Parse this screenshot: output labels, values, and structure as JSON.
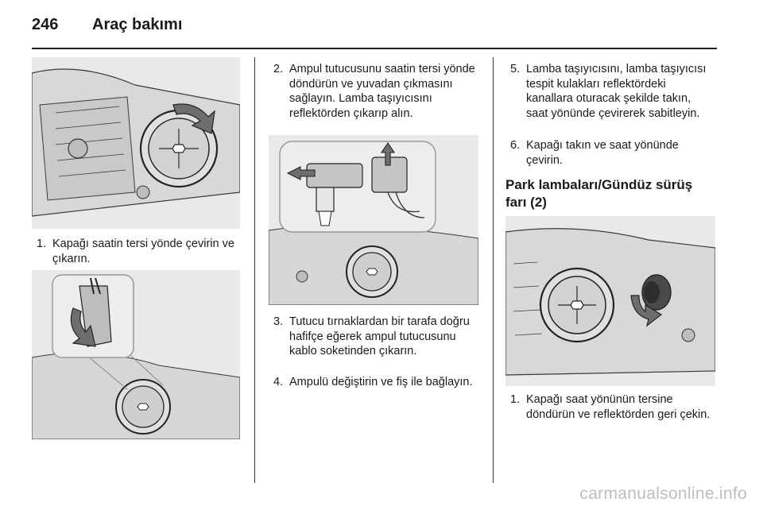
{
  "header": {
    "page_number": "246",
    "title": "Araç bakımı"
  },
  "col1": {
    "steps": [
      {
        "num": "1.",
        "text": "Kapağı saatin tersi yönde çevirin ve çıkarın."
      }
    ]
  },
  "col2": {
    "steps": [
      {
        "num": "2.",
        "text": "Ampul tutucusunu saatin tersi yönde döndürün ve yuvadan çıkmasını sağlayın. Lamba taşıyıcısını reflektörden çıkarıp alın."
      },
      {
        "num": "3.",
        "text": "Tutucu tırnaklardan bir tarafa doğru hafifçe eğerek ampul tutucusunu kablo soketinden çıkarın."
      },
      {
        "num": "4.",
        "text": "Ampulü değiştirin ve fiş ile bağlayın."
      }
    ]
  },
  "col3": {
    "steps": [
      {
        "num": "5.",
        "text": "Lamba taşıyıcısını, lamba taşıyıcısı tespit kulakları reflektördeki kanallara oturacak şekilde takın, saat yönünde çevirerek sabitleyin."
      },
      {
        "num": "6.",
        "text": "Kapağı takın ve saat yönünde çevirin."
      }
    ],
    "subheading": "Park lambaları/Gündüz sürüş farı (2)",
    "steps_b": [
      {
        "num": "1.",
        "text": "Kapağı saat yönünün tersine döndürün ve reflektörden geri çekin."
      }
    ]
  },
  "watermark": "carmanualsonline.info",
  "colors": {
    "illustration_bg": "#e9e9e9",
    "arrow_fill": "#6e6e6e",
    "line_art": "#3a3a3a"
  },
  "icons": [
    "rotate-ccw-arrow-icon",
    "pull-out-arrow-icon",
    "rotate-cw-arrow-icon"
  ]
}
